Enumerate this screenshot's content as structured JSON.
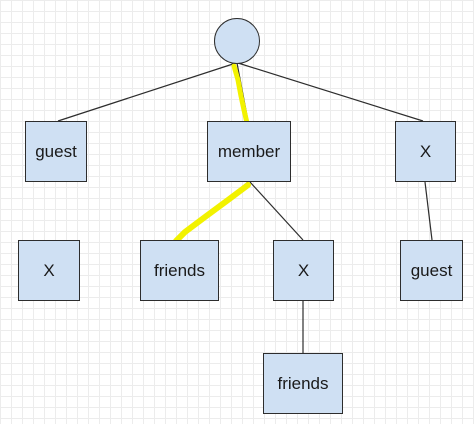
{
  "diagram": {
    "colors": {
      "node_fill": "#cfe0f3",
      "node_border": "#2d2d2d",
      "edge": "#2d2d2d",
      "highlight": "#f2f200"
    },
    "root": {
      "label": ""
    },
    "level1": {
      "guest": {
        "label": "guest"
      },
      "member": {
        "label": "member"
      },
      "x": {
        "label": "X"
      }
    },
    "level2": {
      "x_left": {
        "label": "X"
      },
      "friends": {
        "label": "friends"
      },
      "x_mid": {
        "label": "X"
      },
      "guest": {
        "label": "guest"
      }
    },
    "level3": {
      "friends": {
        "label": "friends"
      }
    },
    "highlighted_path": [
      "root",
      "member",
      "friends"
    ]
  }
}
